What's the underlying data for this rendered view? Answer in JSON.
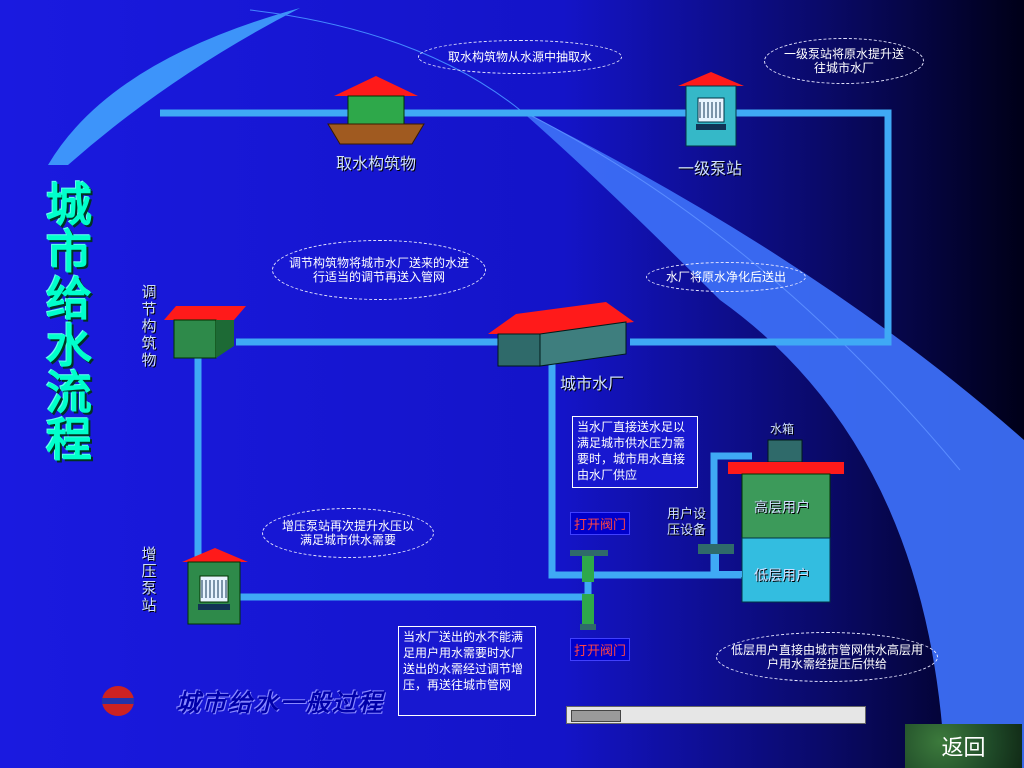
{
  "title_chars": [
    "城",
    "市",
    "给",
    "水",
    "流",
    "程"
  ],
  "labels": {
    "intake": "取水构筑物",
    "pump1": "一级泵站",
    "plant": "城市水厂",
    "regulating": "调节构筑物",
    "booster": "增压泵站",
    "tank": "水箱",
    "high_users": "高层用户",
    "low_users": "低层用户",
    "user_pressure": "用户设压设备"
  },
  "bubbles": {
    "intake": "取水构筑物从水源中抽取水",
    "pump1": "一级泵站将原水提升送往城市水厂",
    "regulating": "调节构筑物将城市水厂送来的水进行适当的调节再送入管网",
    "plant": "水厂将原水净化后送出",
    "booster": "增压泵站再次提升水压以满足城市供水需要",
    "users": "低层用户直接由城市管网供水高层用户用水需经提压后供给"
  },
  "notes": {
    "direct": "当水厂直接送水足以满足城市供水压力需要时，城市用水直接由水厂供应",
    "indirect": "当水厂送出的水不能满足用户用水需要时水厂送出的水需经过调节增压，再送往城市管网"
  },
  "valves": [
    "打开阀门",
    "打开阀门"
  ],
  "footer": "城市给水一般过程",
  "back_button": "返回",
  "colors": {
    "pipe": "#3fa9f5",
    "roof": "#ff1a1a",
    "title": "#00ffcc",
    "background": "#1a1ae0"
  }
}
